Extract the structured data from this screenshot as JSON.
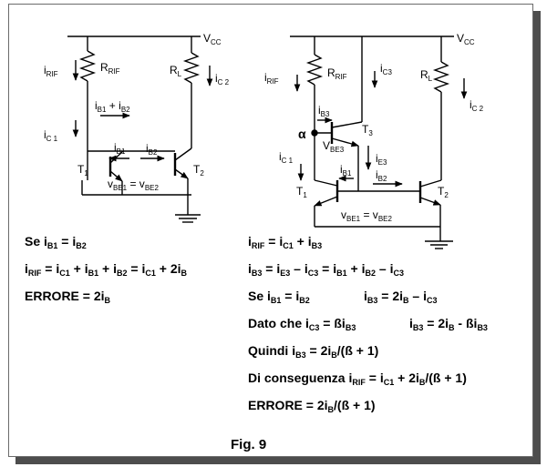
{
  "figure": {
    "caption": "Fig. 9"
  },
  "labels": {
    "vcc": [
      "V",
      "CC"
    ],
    "left": {
      "irif": [
        "i",
        "RIF"
      ],
      "rrif": [
        "R",
        "RIF"
      ],
      "rl": [
        "R",
        "L"
      ],
      "ic2": [
        "i",
        "C 2"
      ],
      "ib1_ib2": [
        "i",
        "B1",
        " + i",
        "B2"
      ],
      "ic1": [
        "i",
        "C 1"
      ],
      "ib1": [
        "i",
        "B1"
      ],
      "ib2": [
        "i",
        "B2"
      ],
      "t1": [
        "T",
        "1"
      ],
      "t2": [
        "T",
        "2"
      ],
      "vbe": [
        "v",
        "BE1",
        " = v",
        "BE2"
      ]
    },
    "right": {
      "irif": [
        "i",
        "RIF"
      ],
      "rrif": [
        "R",
        "RIF"
      ],
      "ic3": [
        "i",
        "C3"
      ],
      "rl": [
        "R",
        "L"
      ],
      "ic2": [
        "i",
        "C 2"
      ],
      "ib3": [
        "i",
        "B3"
      ],
      "alpha": "α",
      "vbe3": [
        "V",
        "BE3"
      ],
      "t3": [
        "T",
        "3"
      ],
      "ic1": [
        "i",
        "C 1"
      ],
      "ie3": [
        "i",
        "E3"
      ],
      "ib1": [
        "i",
        "B1"
      ],
      "ib2": [
        "i",
        "B2"
      ],
      "t1": [
        "T",
        "1"
      ],
      "t2": [
        "T",
        "2"
      ],
      "vbe": [
        "v",
        "BE1",
        " = v",
        "BE2"
      ]
    }
  },
  "equations": {
    "left": [
      [
        "Se i",
        "B1",
        " = i",
        "B2"
      ],
      [
        "i",
        "RIF",
        " = i",
        "C1",
        " + i",
        "B1",
        " + i",
        "B2",
        " = i",
        "C1",
        " + 2i",
        "B"
      ],
      [
        "ERRORE = 2i",
        "B"
      ]
    ],
    "right": [
      [
        "i",
        "RIF",
        " = i",
        "C1",
        " + i",
        "B3"
      ],
      [
        "i",
        "B3",
        " = i",
        "E3",
        " – i",
        "C3",
        " = i",
        "B1",
        " + i",
        "B2",
        " – i",
        "C3"
      ],
      [
        "Se i",
        "B1",
        " = i",
        "B2"
      ],
      [
        "i",
        "B3",
        " = 2i",
        "B",
        " – i",
        "C3"
      ],
      [
        "Dato che i",
        "C3",
        " = ßi",
        "B3"
      ],
      [
        "i",
        "B3",
        " = 2i",
        "B",
        "  - ßi",
        "B3"
      ],
      [
        "Quindi i",
        "B3",
        " = 2i",
        "B",
        "/(ß + 1)"
      ],
      [
        "Di conseguenza i",
        "RIF",
        " = i",
        "C1",
        " + 2i",
        "B",
        "/(ß + 1)"
      ],
      [
        "ERRORE = 2i",
        "B",
        "/(ß + 1)"
      ]
    ]
  }
}
